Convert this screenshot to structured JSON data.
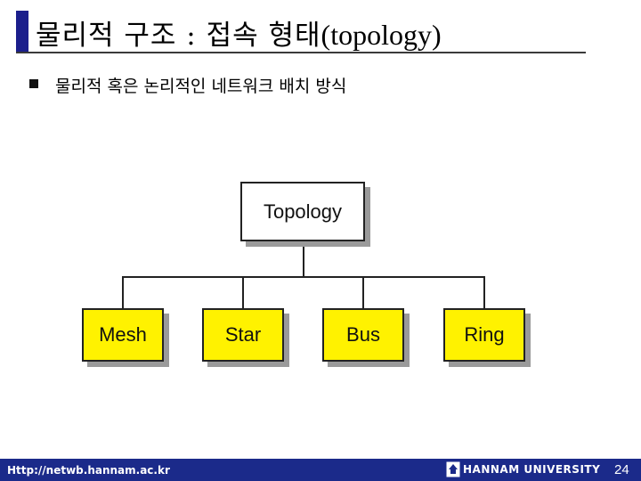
{
  "slide": {
    "title_korean": "물리적 구조 : 접속 형태",
    "title_latin": "(topology)",
    "bullet": "물리적 혹은 논리적인 네트워크 배치 방식"
  },
  "diagram": {
    "root": "Topology",
    "children": [
      "Mesh",
      "Star",
      "Bus",
      "Ring"
    ]
  },
  "footer": {
    "url": "Http://netwb.hannam.ac.kr",
    "university": "HANNAM UNIVERSITY",
    "page_number": "24",
    "background_color": "#1b2a8a"
  }
}
